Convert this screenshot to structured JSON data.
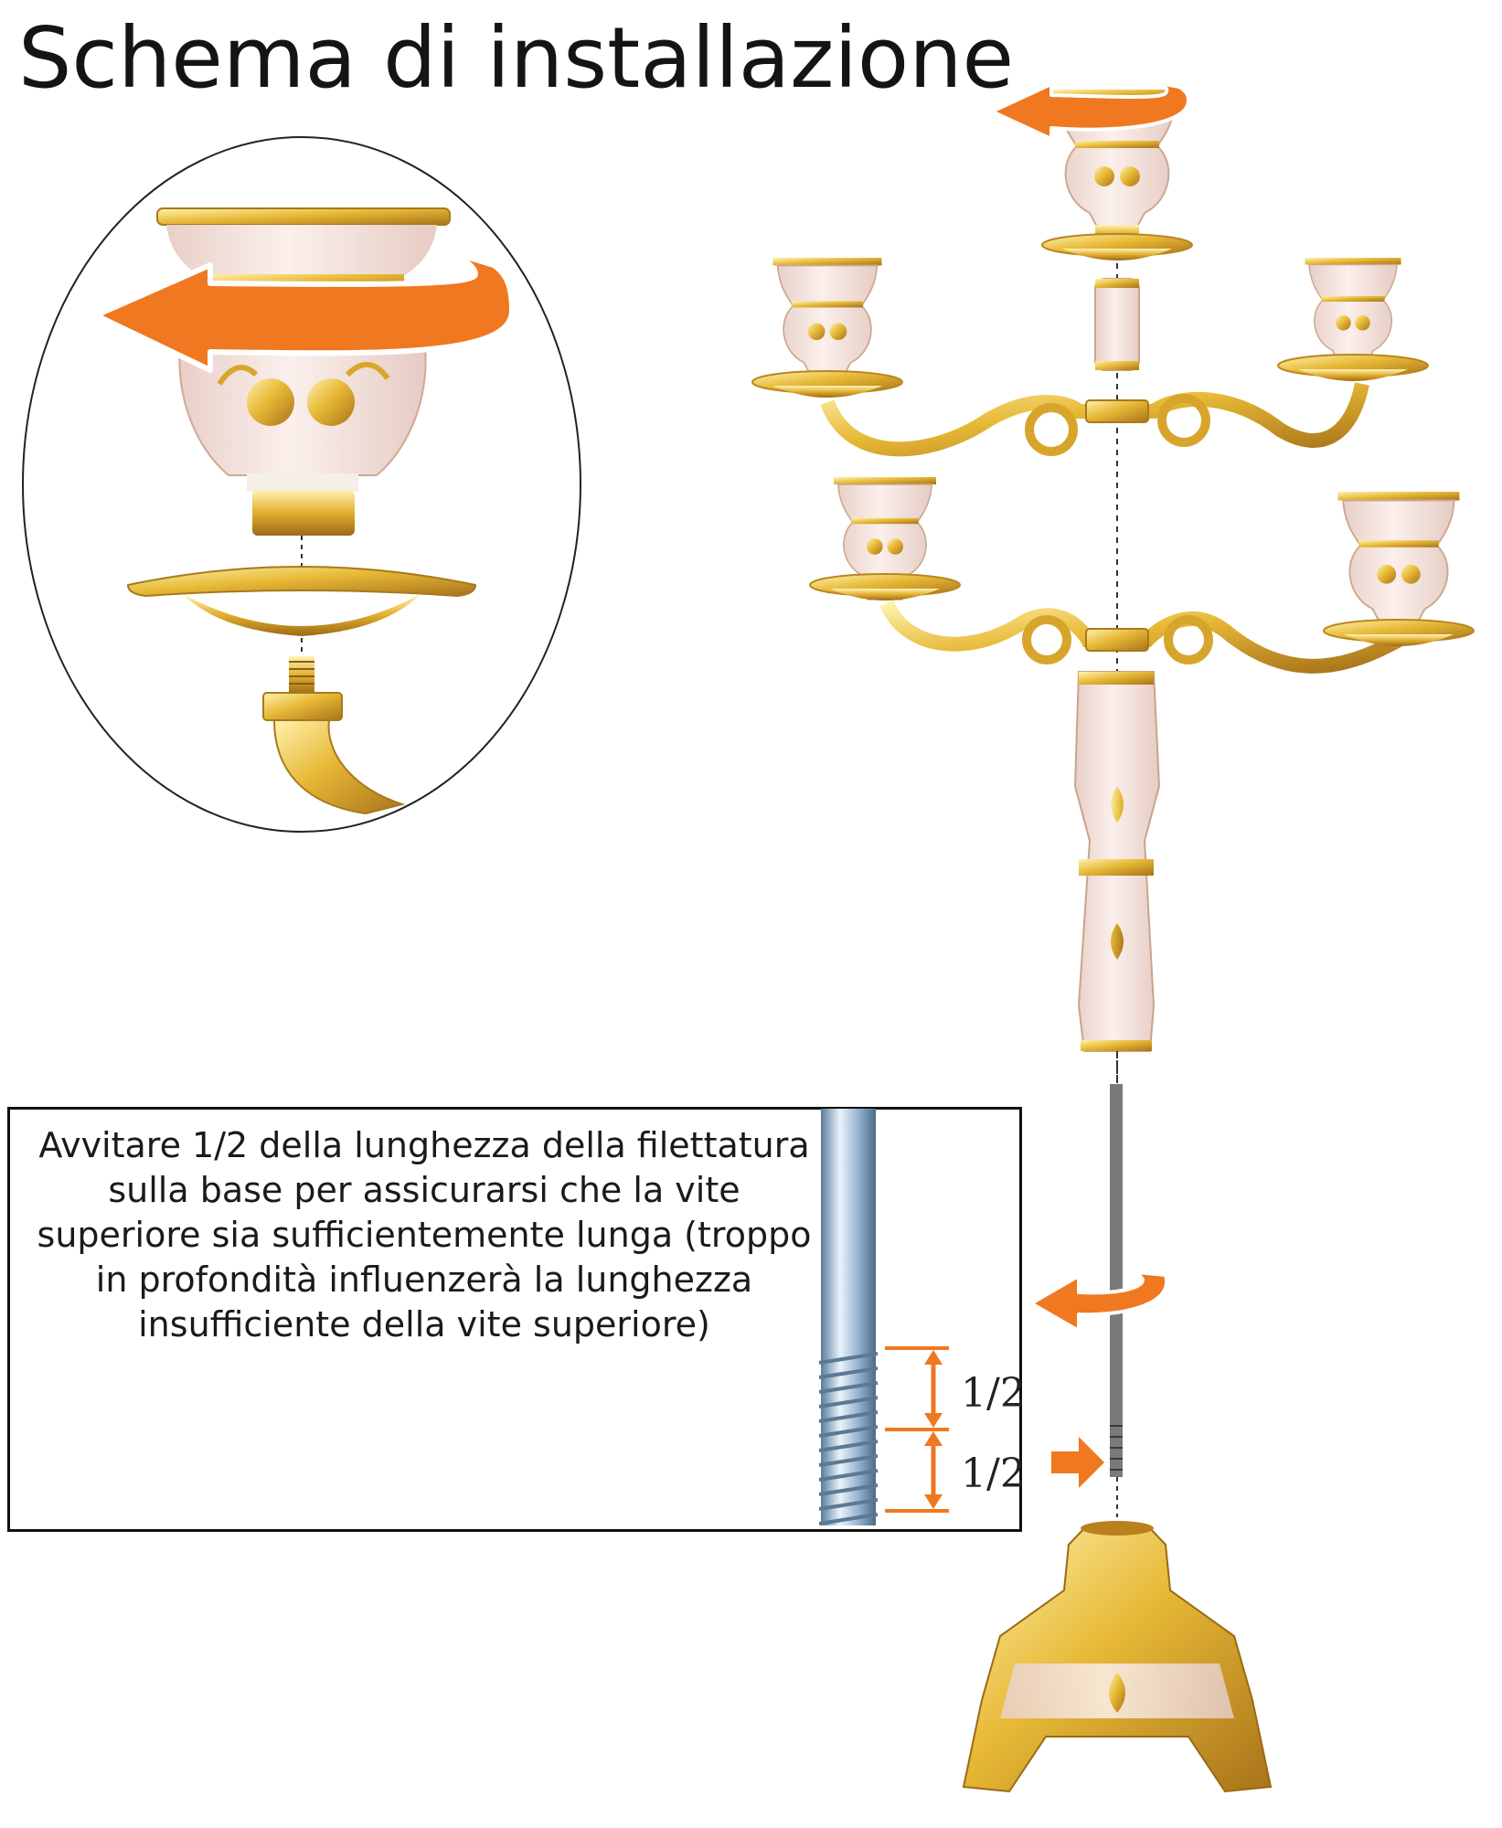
{
  "title": "Schema di installazione",
  "instruction": "Avvitare 1/2 della lunghezza della filettatura sulla base per assicurarsi che la vite superiore sia sufficientemente lunga (troppo in profondità influenzerà la lunghezza insufficiente della vite superiore)",
  "measure_labels": [
    "1/2",
    "1/2"
  ],
  "colors": {
    "arrow": "#f07820",
    "gold": "#e0b030",
    "enamel": "#f8e8e4",
    "border": "#111111"
  },
  "icons": [
    "rotate-arrow-icon",
    "push-arrow-icon",
    "measure-arrow-icon"
  ]
}
